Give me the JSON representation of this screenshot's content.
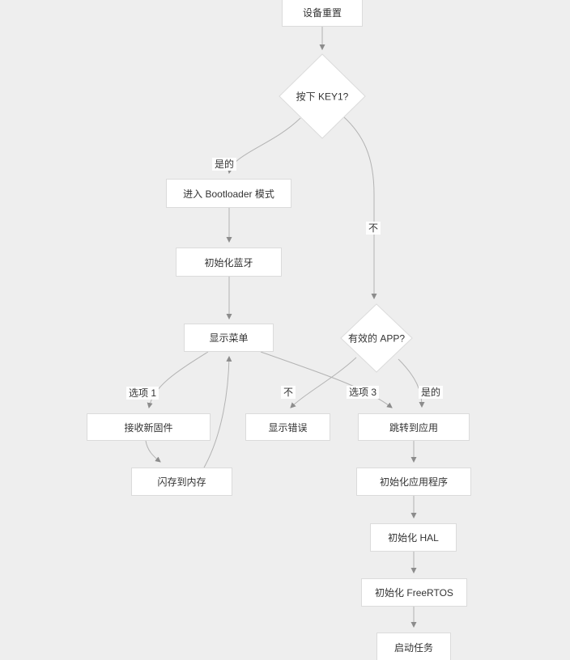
{
  "diagram": {
    "nodes": {
      "device_reset": "设备重置",
      "key1_pressed": "按下 KEY1?",
      "enter_bootloader": "进入 Bootloader 模式",
      "init_bluetooth": "初始化蓝牙",
      "show_menu": "显示菜单",
      "valid_app": "有效的 APP?",
      "receive_firmware": "接收新固件",
      "show_error": "显示错误",
      "jump_to_app": "跳转到应用",
      "flash_to_memory": "闪存到内存",
      "init_application": "初始化应用程序",
      "init_hal": "初始化 HAL",
      "init_freertos": "初始化 FreeRTOS",
      "start_tasks": "启动任务"
    },
    "edge_labels": {
      "yes_1": "是的",
      "no_1": "不",
      "option_1": "选项 1",
      "no_2": "不",
      "option_3": "选项 3",
      "yes_2": "是的"
    },
    "colors": {
      "background": "#eeeeee",
      "node_fill": "#ffffff",
      "node_border": "#dbdbdb",
      "edge_line": "#b3b3b3",
      "arrowhead": "#8c8c8c",
      "text": "#333333",
      "edge_label_bg": "#fdfdfd"
    }
  }
}
